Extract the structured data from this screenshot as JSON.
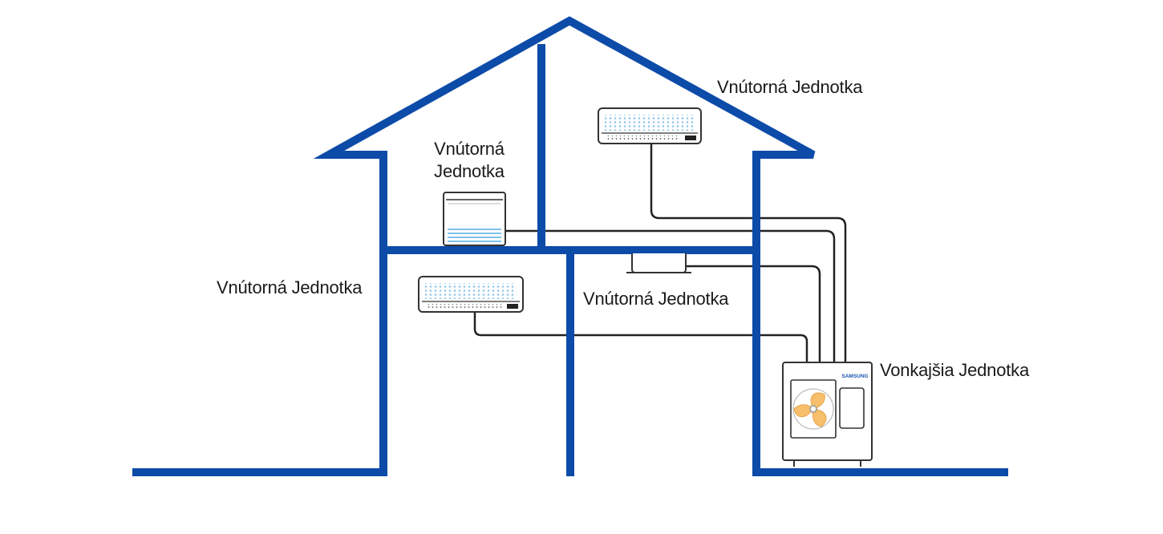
{
  "labels": {
    "attic_right": "Vnútorná Jednotka",
    "attic_left_line1": "Vnútorná",
    "attic_left_line2": "Jednotka",
    "ground_left": "Vnútorná Jednotka",
    "ground_center": "Vnútorná Jednotka",
    "outdoor": "Vonkajšia Jednotka"
  },
  "brand": "SAMSUNG",
  "colors": {
    "house": "#0c4ba8",
    "pipe": "#222222",
    "unit_stroke": "#333333",
    "vent_dots": "#8fc6ea",
    "floor_stripes": "#7fc3ec",
    "fan": "#f7bf6b"
  }
}
